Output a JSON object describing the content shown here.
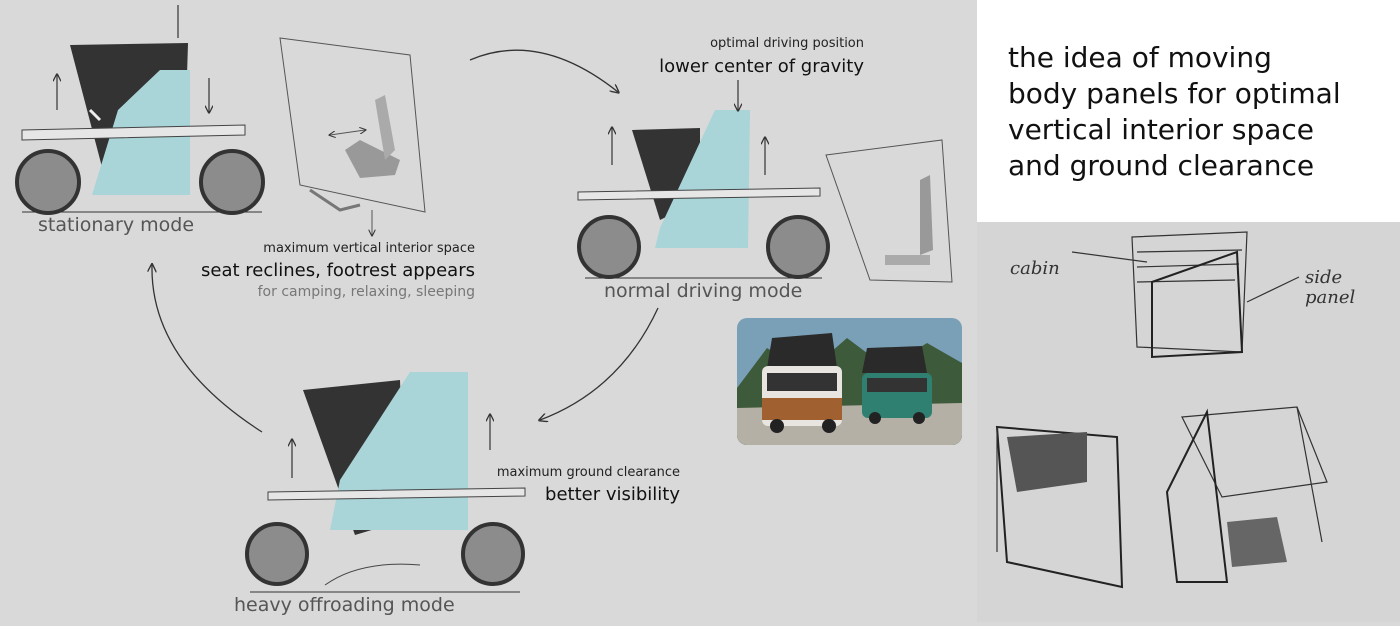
{
  "modes": {
    "stationary": {
      "title": "stationary mode",
      "caption_small": "maximum vertical interior space",
      "caption_large": "seat reclines, footrest appears",
      "caption_note": "for camping, relaxing, sleeping"
    },
    "normal": {
      "title": "normal driving mode",
      "caption_small": "optimal driving position",
      "caption_large": "lower center of gravity"
    },
    "offroad": {
      "title": "heavy offroading mode",
      "caption_small": "maximum ground clearance",
      "caption_large": "better visibility"
    }
  },
  "headline": "the idea of moving\nbody panels for optimal\nvertical interior space\nand ground clearance",
  "sketch_notes": {
    "cabin": "cabin",
    "side_panel": "side\npanel"
  },
  "colors": {
    "background": "#d9d9d9",
    "panel": "#a9d4d8",
    "cabin": "#333333",
    "wheel": "#8c8c8c",
    "headline_bg": "#ffffff"
  }
}
